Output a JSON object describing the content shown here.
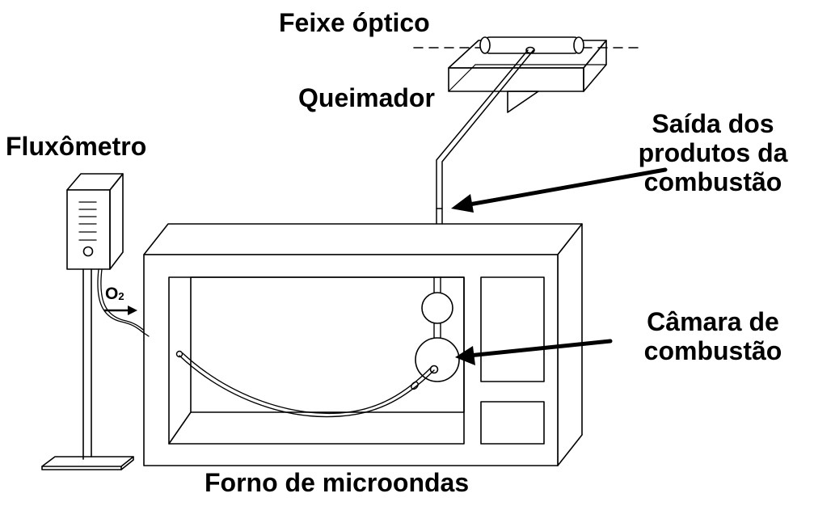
{
  "labels": {
    "optical_beam": "Feixe óptico",
    "burner": "Queimador",
    "flowmeter": "Fluxômetro",
    "products_exit_line1": "Saída dos",
    "products_exit_line2": "produtos da",
    "products_exit_line3": "combustão",
    "chamber_line1": "Câmara de",
    "chamber_line2": "combustão",
    "oven": "Forno de microondas",
    "oxygen_main": "O",
    "oxygen_sub": "2"
  },
  "colors": {
    "stroke": "#000000",
    "background": "#ffffff"
  }
}
